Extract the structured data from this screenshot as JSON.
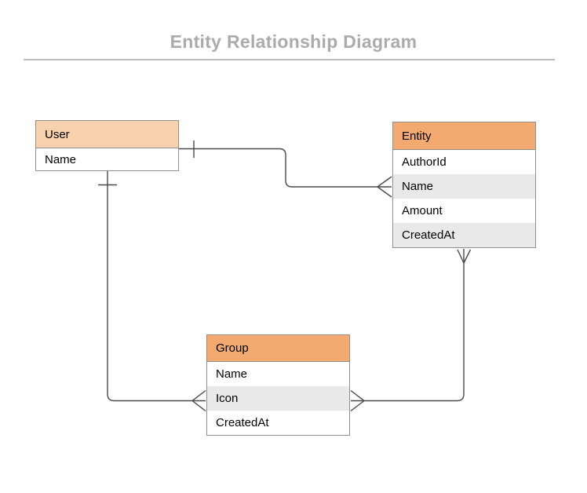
{
  "page": {
    "title": "Entity Relationship Diagram"
  },
  "diagram": {
    "tables": [
      {
        "name": "User",
        "fields": [
          "Name"
        ]
      },
      {
        "name": "Entity",
        "fields": [
          "AuthorId",
          "Name",
          "Amount",
          "CreatedAt"
        ]
      },
      {
        "name": "Group",
        "fields": [
          "Name",
          "Icon",
          "CreatedAt"
        ]
      }
    ],
    "relationships": [
      {
        "from": "User",
        "to": "Entity",
        "from_cardinality": "one",
        "to_cardinality": "many"
      },
      {
        "from": "User",
        "to": "Group",
        "from_cardinality": "one",
        "to_cardinality": "many"
      },
      {
        "from": "Entity",
        "to": "Group",
        "from_cardinality": "many",
        "to_cardinality": "many"
      }
    ],
    "colors": {
      "title_text": "#ABABAB",
      "user_header_fill": "#F8D2AE",
      "entity_header_fill": "#F2AA70",
      "group_header_fill": "#F2AA70",
      "row_alt_fill": "#E9E9E9",
      "table_border": "#8F8F8F",
      "connector_line": "#4A4A4A"
    }
  }
}
